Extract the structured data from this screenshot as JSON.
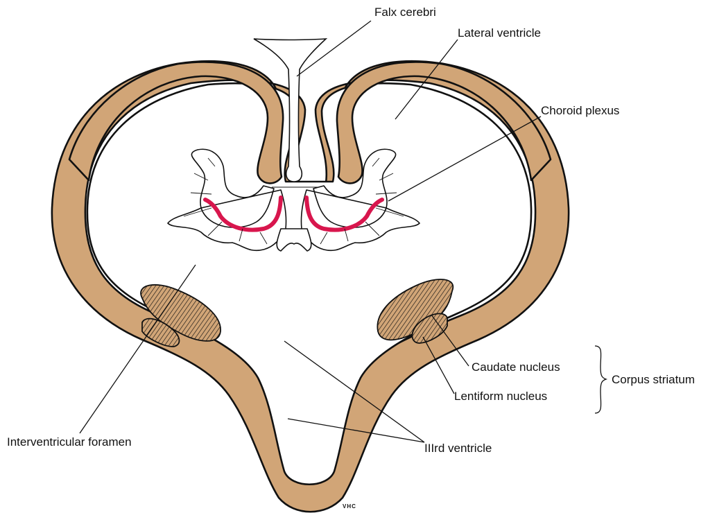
{
  "labels": {
    "falx_cerebri": "Falx cerebri",
    "lateral_ventricle": "Lateral ventricle",
    "choroid_plexus": "Choroid plexus",
    "caudate_nucleus": "Caudate nucleus",
    "lentiform_nucleus": "Lentiform nucleus",
    "corpus_striatum": "Corpus striatum",
    "interventricular_foramen": "Interventricular foramen",
    "third_ventricle": "IIIrd ventricle"
  },
  "signature": "VHC",
  "colors": {
    "tissue": "#d1a577",
    "choroid_vessels": "#d8164d",
    "outline": "#111111",
    "background": "#ffffff"
  }
}
